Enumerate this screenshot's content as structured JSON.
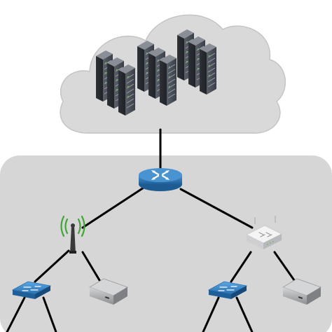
{
  "diagram": {
    "colors": {
      "cloud": "#d9d9d9",
      "cloud_stroke": "#c4c4c4",
      "lan_zone": "#d6d6d6",
      "link": "#000000",
      "router": "#2f78b4",
      "router_dark": "#1d5c93",
      "switch": "#3f8fd2",
      "server_rack": "#4a4f57",
      "device_grey": "#a7a9ac",
      "ap_green": "#3fa535"
    },
    "cloud": {
      "icon": "cloud-shape",
      "server_groups": [
        {
          "name": "server-rack-group-1",
          "icon": "server-rack-icon",
          "units": 3
        },
        {
          "name": "server-rack-group-2",
          "icon": "server-rack-icon",
          "units": 3
        },
        {
          "name": "server-rack-group-3",
          "icon": "server-rack-icon",
          "units": 3
        }
      ]
    },
    "nodes": [
      {
        "name": "core-router",
        "icon": "router-icon"
      },
      {
        "name": "wireless-access-point",
        "icon": "wireless-access-point-icon"
      },
      {
        "name": "wireless-router",
        "icon": "wireless-router-icon"
      },
      {
        "name": "switch-left",
        "icon": "switch-icon"
      },
      {
        "name": "device-left",
        "icon": "network-appliance-icon"
      },
      {
        "name": "switch-right",
        "icon": "switch-icon"
      },
      {
        "name": "device-right",
        "icon": "network-appliance-icon"
      }
    ]
  }
}
